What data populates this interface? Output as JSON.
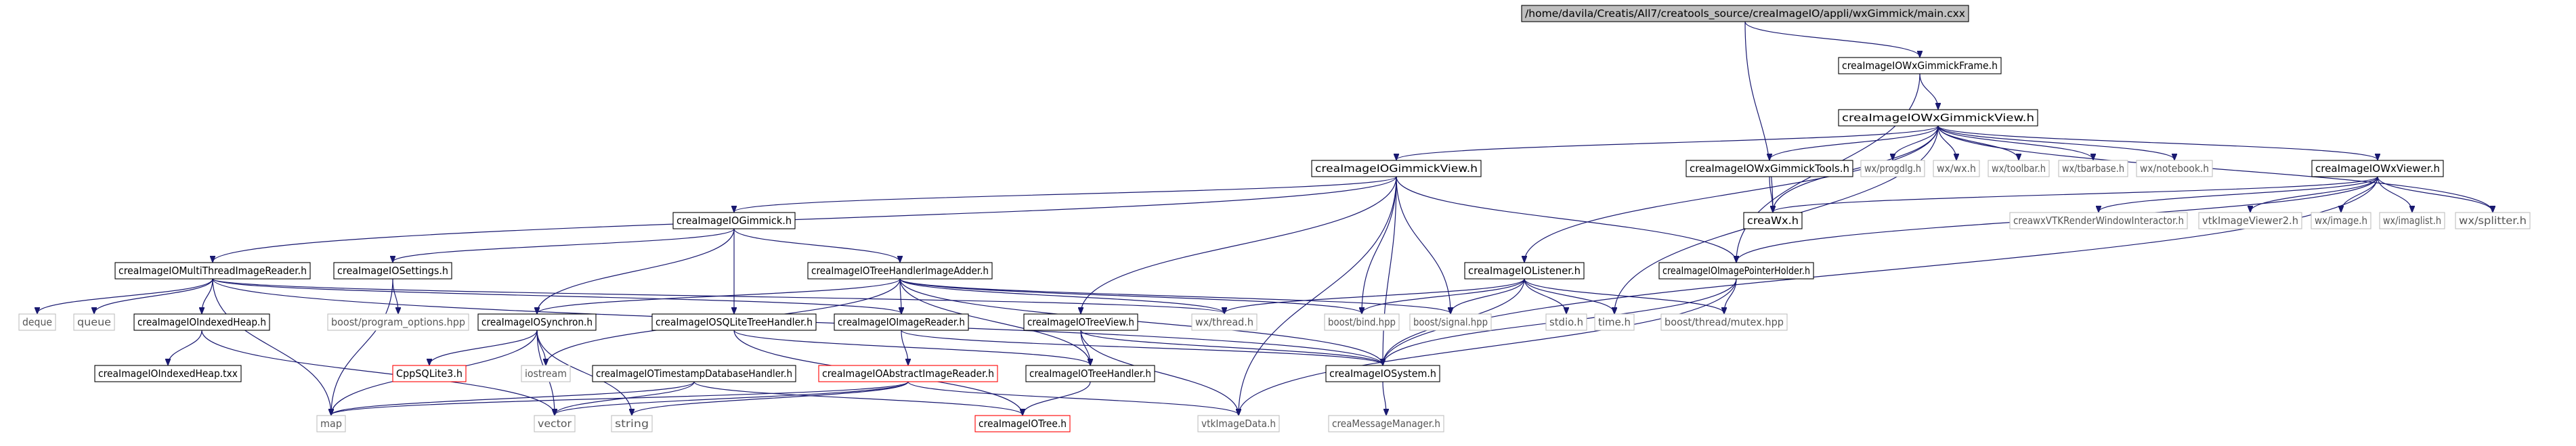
{
  "nodes": {
    "main": "/home/davila/Creatis/All7/creatools_source/creaImageIO/appli/wxGimmick/main.cxx",
    "frame": "creaImageIOWxGimmickFrame.h",
    "gview": "creaImageIOWxGimmickView.h",
    "gimview": "creaImageIOGimmickView.h",
    "tools": "creaImageIOWxGimmickTools.h",
    "progdlg": "wx/progdlg.h",
    "wxh": "wx/wx.h",
    "toolbar": "wx/toolbar.h",
    "tbarbase": "wx/tbarbase.h",
    "notebook": "wx/notebook.h",
    "viewer": "creaImageIOWxViewer.h",
    "creawx": "creaWx.h",
    "vtkrwi": "creawxVTKRenderWindowInteractor.h",
    "viewer2": "vtkImageViewer2.h",
    "image": "wx/image.h",
    "imaglist": "wx/imaglist.h",
    "splitter": "wx/splitter.h",
    "gimmick": "creaImageIOGimmick.h",
    "listener": "creaImageIOListener.h",
    "ptrholder": "creaImageIOImagePointerHolder.h",
    "multi": "creaImageIOMultiThreadImageReader.h",
    "settings": "creaImageIOSettings.h",
    "thadder": "creaImageIOTreeHandlerImageAdder.h",
    "deque": "deque",
    "queue": "queue",
    "indexedheap": "creaImageIOIndexedHeap.h",
    "progopts": "boost/program_options.hpp",
    "synchron": "creaImageIOSynchron.h",
    "sqlite": "creaImageIOSQLiteTreeHandler.h",
    "imgreader": "creaImageIOImageReader.h",
    "treeview": "creaImageIOTreeView.h",
    "wxthread": "wx/thread.h",
    "bind": "boost/bind.hpp",
    "signal": "boost/signal.hpp",
    "stdio": "stdio.h",
    "time": "time.h",
    "mutex": "boost/thread/mutex.hpp",
    "heaptxx": "creaImageIOIndexedHeap.txx",
    "cppsqlite": "CppSQLite3.h",
    "iostream": "iostream",
    "tsdb": "creaImageIOTimestampDatabaseHandler.h",
    "absreader": "creaImageIOAbstractImageReader.h",
    "treehandler": "creaImageIOTreeHandler.h",
    "system": "creaImageIOSystem.h",
    "map": "map",
    "vector": "vector",
    "string": "string",
    "tree": "creaImageIOTree.h",
    "vtkdata": "vtkImageData.h",
    "msgmgr": "creaMessageManager.h"
  }
}
